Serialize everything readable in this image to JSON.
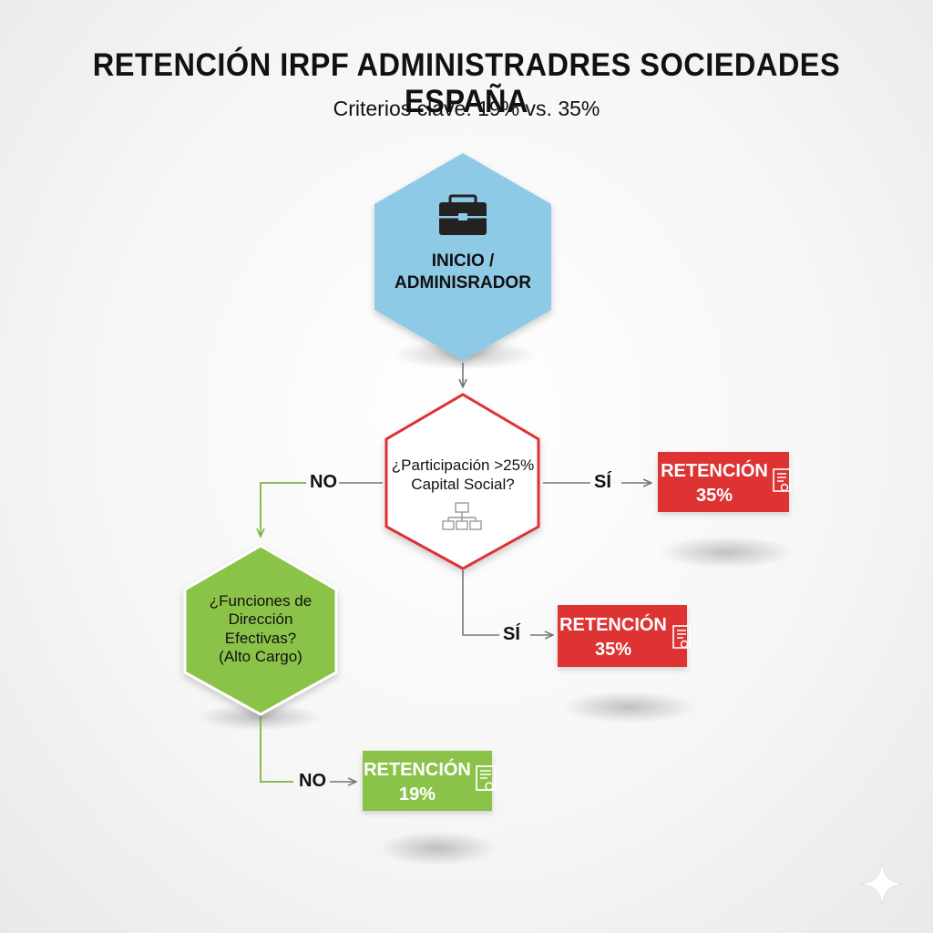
{
  "header": {
    "title": "RETENCIÓN IRPF ADMINISTRADRES SOCIEDADES ESPAÑA",
    "subtitle": "Criterios clave: 19% vs. 35%"
  },
  "nodes": {
    "start": {
      "line1": "INICIO /",
      "line2": "ADMINISRADOR",
      "icon": "briefcase-icon"
    },
    "decision1": {
      "line1": "¿Participación >25%",
      "line2": "Capital Social?",
      "icon": "org-chart-icon"
    },
    "decision2": {
      "line1": "¿Funciones de",
      "line2": "Dirección",
      "line3": "Efectivas?",
      "line4": "(Alto Cargo)"
    },
    "result_a": {
      "line1": "RETENCIÓN",
      "line2": "35%",
      "icon": "document-icon"
    },
    "result_b": {
      "line1": "RETENCIÓN",
      "line2": "35%",
      "icon": "document-icon"
    },
    "result_c": {
      "line1": "RETENCIÓN",
      "line2": "19%",
      "icon": "document-icon"
    }
  },
  "edges": {
    "d1_no": "NO",
    "d1_yes_right": "SÍ",
    "d1_yes_down": "SÍ",
    "d2_no": "NO"
  },
  "colors": {
    "blue": "#8ecae6",
    "red": "#dd3333",
    "green": "#8bc34a",
    "line_grey": "#777777"
  }
}
